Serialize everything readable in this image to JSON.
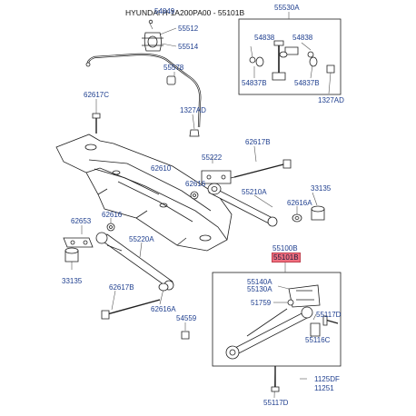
{
  "title": "HYUNDAI H-1A200PA00 - 55101B",
  "highlight_color": "#ef6f7f",
  "label_color": "#1f3f8f",
  "labels": {
    "l55530A": "55530A",
    "l54849": "54849",
    "l55512": "55512",
    "l55514": "55514",
    "l54838a": "54838",
    "l54838b": "54838",
    "l54837Ba": "54837B",
    "l54837Bb": "54837B",
    "l1327ADr": "1327AD",
    "l55578": "55578",
    "l62617C": "62617C",
    "l1327ADm": "1327AD",
    "l62617Br": "62617B",
    "l55222": "55222",
    "l62610": "62610",
    "l62616a": "62616",
    "l55210A": "55210A",
    "l33135r": "33135",
    "l62616Ar": "62616A",
    "l62653": "62653",
    "l62616b": "62616",
    "l55220A": "55220A",
    "l55100B": "55100B",
    "l55101B": "55101B",
    "l33135l": "33135",
    "l62617Bl": "62617B",
    "l62616Al": "62616A",
    "l55140A": "55140A",
    "l55130A": "55130A",
    "l51759": "51759",
    "l55117Dr": "55117D",
    "l54559": "54559",
    "l55116C": "55116C",
    "l1125DF": "1125DF",
    "l11251": "11251",
    "l55117Db": "55117D"
  }
}
